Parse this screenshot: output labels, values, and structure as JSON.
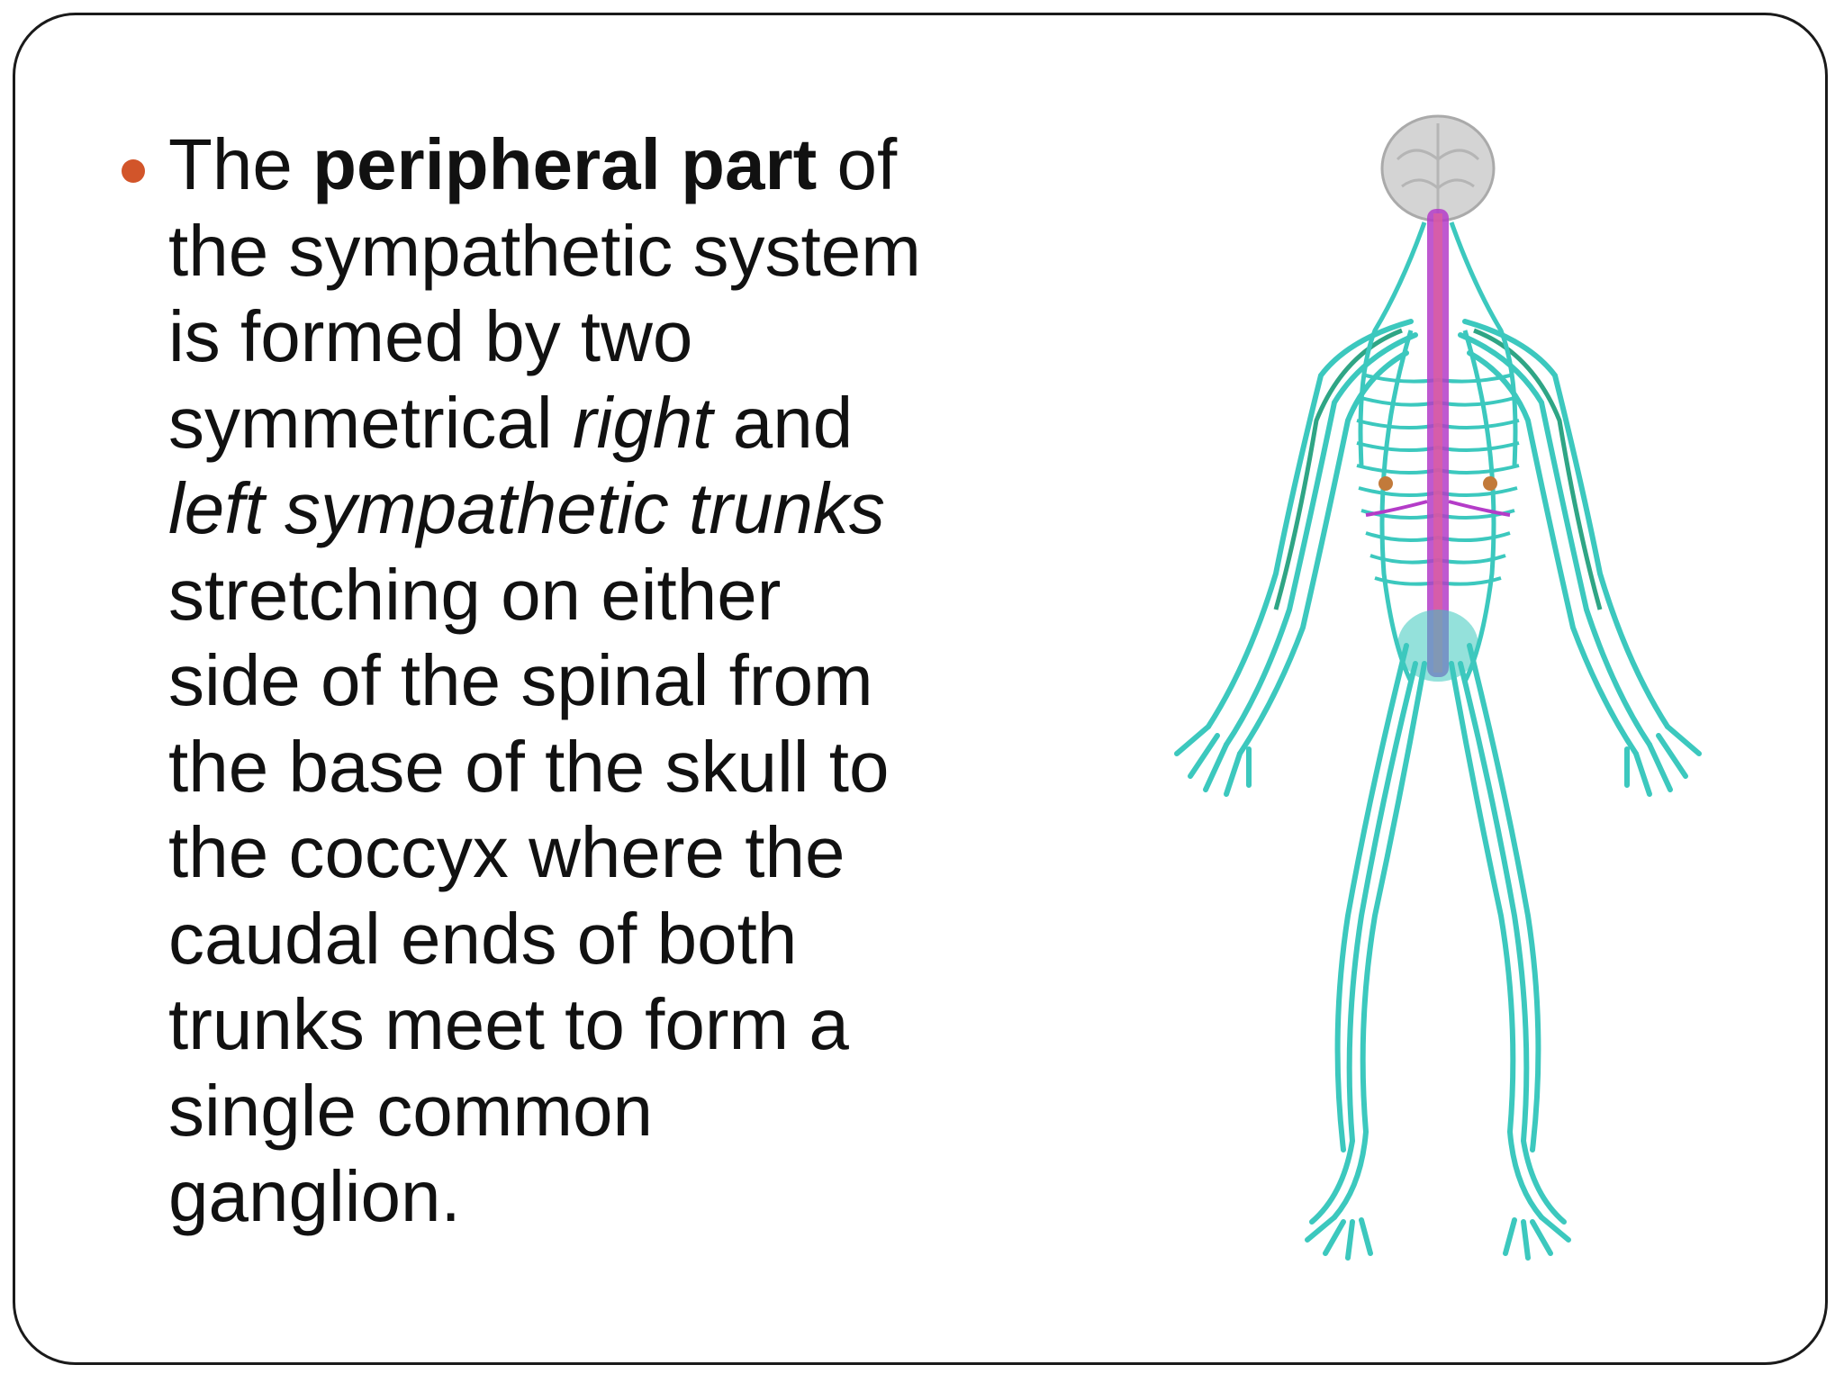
{
  "slide": {
    "bullet": {
      "lines": [
        {
          "pre": "The ",
          "bold": "peripheral part",
          "post": " of"
        },
        {
          "text": "the sympathetic system"
        },
        {
          "text": "is formed by two"
        },
        {
          "pre": "symmetrical ",
          "italic": "right",
          "post": " and"
        },
        {
          "italic_only": "left sympathetic trunks"
        },
        {
          "text": "stretching on either"
        },
        {
          "text": "side of the spinal from"
        },
        {
          "text": "the base of the skull to"
        },
        {
          "text": "the coccyx where the"
        },
        {
          "text": "caudal ends of both"
        },
        {
          "text": "trunks meet to form a"
        },
        {
          "text": "single common"
        },
        {
          "text": "ganglion."
        }
      ]
    },
    "colors": {
      "bullet": "#d2552a",
      "nerves": "#3cc8be",
      "spinal_cord": "#b43cc8",
      "brain": "#cccccc"
    }
  }
}
